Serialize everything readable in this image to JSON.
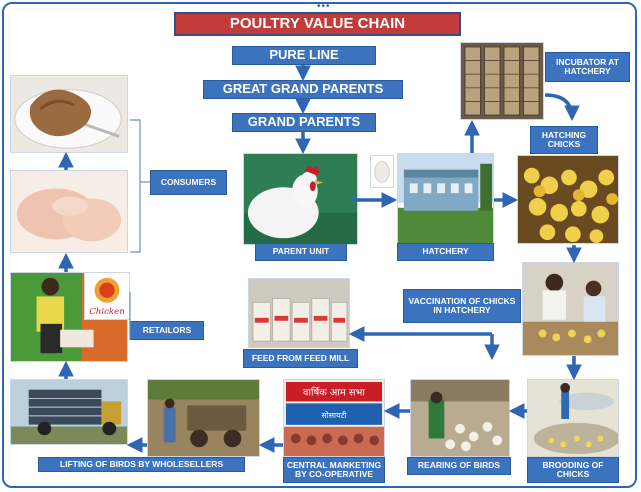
{
  "title": "POULTRY VALUE CHAIN",
  "stages": {
    "pure_line": "PURE LINE",
    "great_grand_parents": "GREAT GRAND PARENTS",
    "grand_parents": "GRAND PARENTS",
    "parent_unit": "PARENT UNIT",
    "hatchery": "HATCHERY",
    "incubator": "INCUBATOR AT HATCHERY",
    "hatching_chicks": "HATCHING CHICKS",
    "vaccination": "VACCINATION OF CHICKS IN HATCHERY",
    "brooding": "BROODING OF CHICKS",
    "rearing": "REARING OF BIRDS",
    "feed_mill": "FEED FROM FEED MILL",
    "central_marketing": "CENTRAL MARKETING BY CO-OPERATIVE",
    "lifting": "LIFTING OF BIRDS BY WHOLESELLERS",
    "retailors": "RETAILORS",
    "consumers": "CONSUMERS"
  },
  "photo_text": {
    "banner_line1": "वार्षिक आम सभा",
    "banner_line2": "सोसायटी",
    "retail_logo": "Chicken"
  },
  "colors": {
    "box_blue": "#3c73bf",
    "title_red": "#c23a3a",
    "frame_blue": "#2f66b3"
  }
}
